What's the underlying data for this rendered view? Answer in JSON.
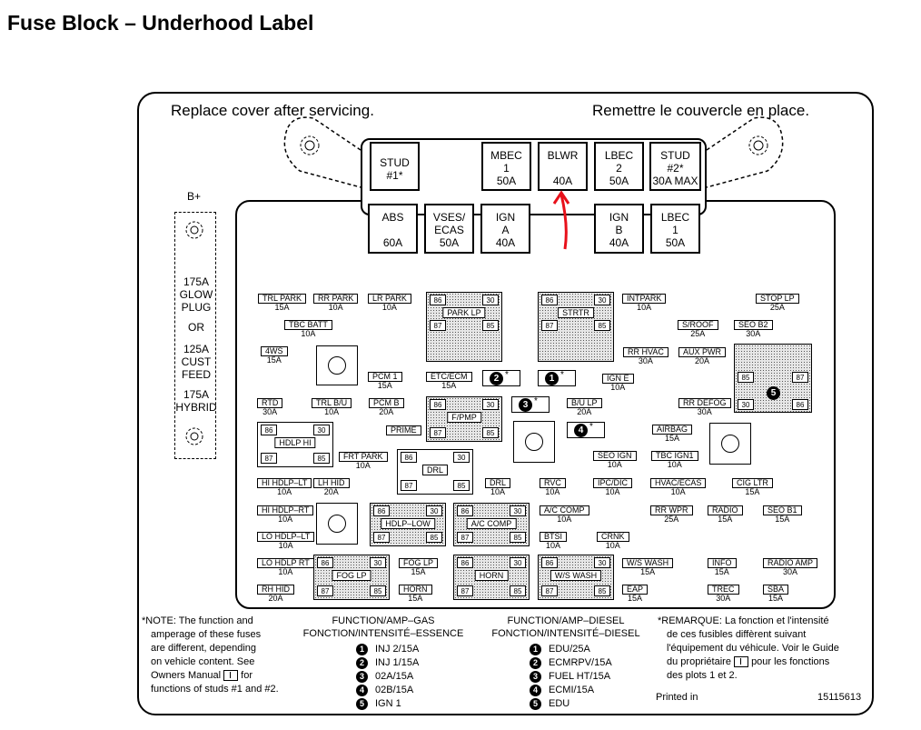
{
  "title": "Fuse Block – Underhood Label",
  "cover": {
    "left": "Replace cover after servicing.",
    "right": "Remettre le couvercle en place."
  },
  "terminal_label": "B+",
  "stud_options": {
    "glow_plug": [
      "175A",
      "GLOW",
      "PLUG"
    ],
    "or": "OR",
    "cust_feed": [
      "125A",
      "CUST",
      "FEED"
    ],
    "hybrid": [
      "175A",
      "HYBRID"
    ]
  },
  "top_slots": [
    {
      "name": "STUD",
      "sub": "#1*",
      "amp": ""
    },
    {
      "name": "MBEC",
      "sub": "1",
      "amp": "50A"
    },
    {
      "name": "BLWR",
      "sub": "",
      "amp": "40A"
    },
    {
      "name": "LBEC",
      "sub": "2",
      "amp": "50A"
    },
    {
      "name": "STUD",
      "sub": "#2*",
      "amp": "30A MAX"
    },
    {
      "name": "ABS",
      "sub": "",
      "amp": "60A"
    },
    {
      "name": "VSES/",
      "sub": "ECAS",
      "amp": "50A"
    },
    {
      "name": "IGN",
      "sub": "A",
      "amp": "40A"
    },
    {
      "name": "IGN",
      "sub": "B",
      "amp": "40A"
    },
    {
      "name": "LBEC",
      "sub": "1",
      "amp": "50A"
    }
  ],
  "fuses": [
    {
      "label": "TRL PARK",
      "amp": "15A"
    },
    {
      "label": "RR PARK",
      "amp": "10A"
    },
    {
      "label": "LR PARK",
      "amp": "10A"
    },
    {
      "label": "TBC BATT",
      "amp": "10A"
    },
    {
      "label": "4WS",
      "amp": "15A"
    },
    {
      "label": "PCM 1",
      "amp": "15A"
    },
    {
      "label": "ETC/ECM",
      "amp": "15A"
    },
    {
      "label": "IGN E",
      "amp": "10A"
    },
    {
      "label": "RTD",
      "amp": "30A"
    },
    {
      "label": "TRL B/U",
      "amp": "10A"
    },
    {
      "label": "PCM B",
      "amp": "20A"
    },
    {
      "label": "B/U LP",
      "amp": "20A"
    },
    {
      "label": "PRIME",
      "amp": ""
    },
    {
      "label": "FRT PARK",
      "amp": "10A"
    },
    {
      "label": "SEO IGN",
      "amp": "10A"
    },
    {
      "label": "TBC IGN1",
      "amp": "10A"
    },
    {
      "label": "HI HDLP–LT",
      "amp": "10A"
    },
    {
      "label": "LH HID",
      "amp": "20A"
    },
    {
      "label": "DRL",
      "amp": "10A"
    },
    {
      "label": "RVC",
      "amp": "10A"
    },
    {
      "label": "IPC/DIC",
      "amp": "10A"
    },
    {
      "label": "HVAC/ECAS",
      "amp": "10A"
    },
    {
      "label": "CIG LTR",
      "amp": "15A"
    },
    {
      "label": "HI HDLP–RT",
      "amp": "10A"
    },
    {
      "label": "A/C COMP",
      "amp": "10A"
    },
    {
      "label": "RR WPR",
      "amp": "25A"
    },
    {
      "label": "RADIO",
      "amp": "15A"
    },
    {
      "label": "SEO B1",
      "amp": "15A"
    },
    {
      "label": "LO HDLP–LT",
      "amp": "10A"
    },
    {
      "label": "BTSI",
      "amp": "10A"
    },
    {
      "label": "CRNK",
      "amp": "10A"
    },
    {
      "label": "LO HDLP RT",
      "amp": "10A"
    },
    {
      "label": "FOG LP",
      "amp": "15A"
    },
    {
      "label": "W/S WASH",
      "amp": "15A"
    },
    {
      "label": "INFO",
      "amp": "15A"
    },
    {
      "label": "RADIO AMP",
      "amp": "30A"
    },
    {
      "label": "RH HID",
      "amp": "20A"
    },
    {
      "label": "HORN",
      "amp": "15A"
    },
    {
      "label": "EAP",
      "amp": "15A"
    },
    {
      "label": "TREC",
      "amp": "30A"
    },
    {
      "label": "SBA",
      "amp": "15A"
    },
    {
      "label": "INTPARK",
      "amp": "10A"
    },
    {
      "label": "STOP LP",
      "amp": "25A"
    },
    {
      "label": "S/ROOF",
      "amp": "25A"
    },
    {
      "label": "SEO B2",
      "amp": "30A"
    },
    {
      "label": "RR HVAC",
      "amp": "30A"
    },
    {
      "label": "AUX PWR",
      "amp": "20A"
    },
    {
      "label": "RR DEFOG",
      "amp": "30A"
    },
    {
      "label": "AIRBAG",
      "amp": "15A"
    }
  ],
  "relays": [
    {
      "label": "PARK LP"
    },
    {
      "label": "STRTR"
    },
    {
      "label": "F/PMP"
    },
    {
      "label": "HDLP HI"
    },
    {
      "label": "DRL"
    },
    {
      "label": "HDLP–LOW"
    },
    {
      "label": "A/C COMP"
    },
    {
      "label": "FOG LP"
    },
    {
      "label": "HORN"
    },
    {
      "label": "W/S WASH"
    }
  ],
  "pins": [
    "86",
    "30",
    "87",
    "85"
  ],
  "circled_numbers": [
    "1",
    "2",
    "3",
    "4",
    "5"
  ],
  "star": "*",
  "note_left": [
    "*NOTE:  The function and",
    "amperage of these fuses",
    "are different, depending",
    "on vehicle content.  See",
    "Owners Manual",
    "for",
    "functions of studs #1 and #2."
  ],
  "legend_gas": {
    "title1": "FUNCTION/AMP–GAS",
    "title2": "FONCTION/INTENSITÉ–ESSENCE",
    "items": [
      "INJ 2/15A",
      "INJ 1/15A",
      "02A/15A",
      "02B/15A",
      "IGN 1"
    ]
  },
  "legend_diesel": {
    "title1": "FUNCTION/AMP–DIESEL",
    "title2": "FONCTION/INTENSITÉ–DIESEL",
    "items": [
      "EDU/25A",
      "ECMRPV/15A",
      "FUEL HT/15A",
      "ECMI/15A",
      "EDU"
    ]
  },
  "note_right": [
    "*REMARQUE:  La fonction et l'intensité",
    "de ces fusibles diffèrent suivant",
    "l'équipement du véhicule. Voir le Guide",
    "du propriétaire",
    "pour les fonctions",
    "des plots 1 et 2."
  ],
  "printed_in": "Printed in",
  "part_number": "15115613",
  "arrow_color": "#e8101a"
}
